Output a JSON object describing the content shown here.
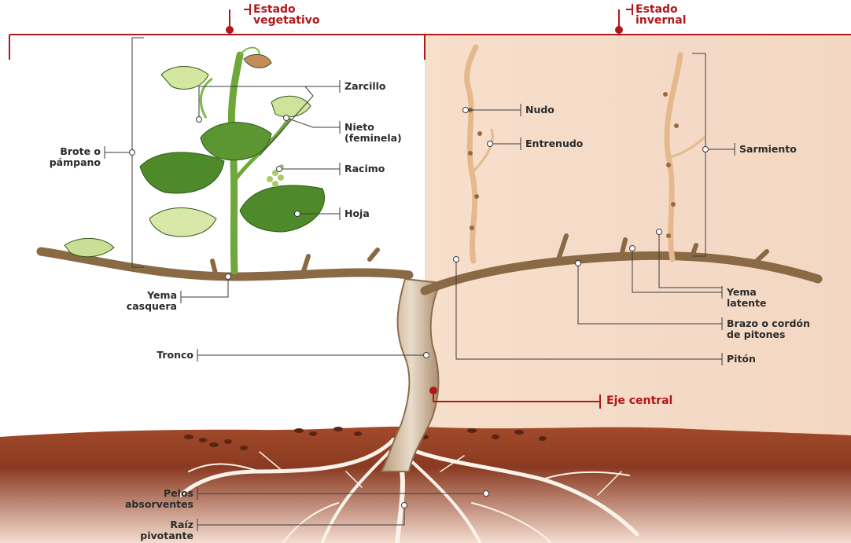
{
  "headers": {
    "vegetative_l1": "Estado",
    "vegetative_l2": "vegetativo",
    "winter_l1": "Estado",
    "winter_l2": "invernal"
  },
  "labels": {
    "zarcillo": "Zarcillo",
    "nieto_l1": "Nieto",
    "nieto_l2": "(feminela)",
    "brote_l1": "Brote o",
    "brote_l2": "pámpano",
    "racimo": "Racimo",
    "hoja": "Hoja",
    "yema_casquera_l1": "Yema",
    "yema_casquera_l2": "casquera",
    "nudo": "Nudo",
    "entrenudo": "Entrenudo",
    "sarmiento": "Sarmiento",
    "yema_latente_l1": "Yema",
    "yema_latente_l2": "latente",
    "brazo_l1": "Brazo o cordón",
    "brazo_l2": "de pitones",
    "tronco": "Tronco",
    "piton": "Pitón",
    "eje_central": "Eje central",
    "pelos_l1": "Pelos",
    "pelos_l2": "absorventes",
    "raiz_l1": "Raíz",
    "raiz_l2": "pivotante"
  },
  "colors": {
    "accent_red": "#b0181c",
    "winter_bg": "#f5dcc7",
    "soil": "#8a3a22",
    "wood": "#8a6a45",
    "leaf": "#4f8a2a"
  }
}
